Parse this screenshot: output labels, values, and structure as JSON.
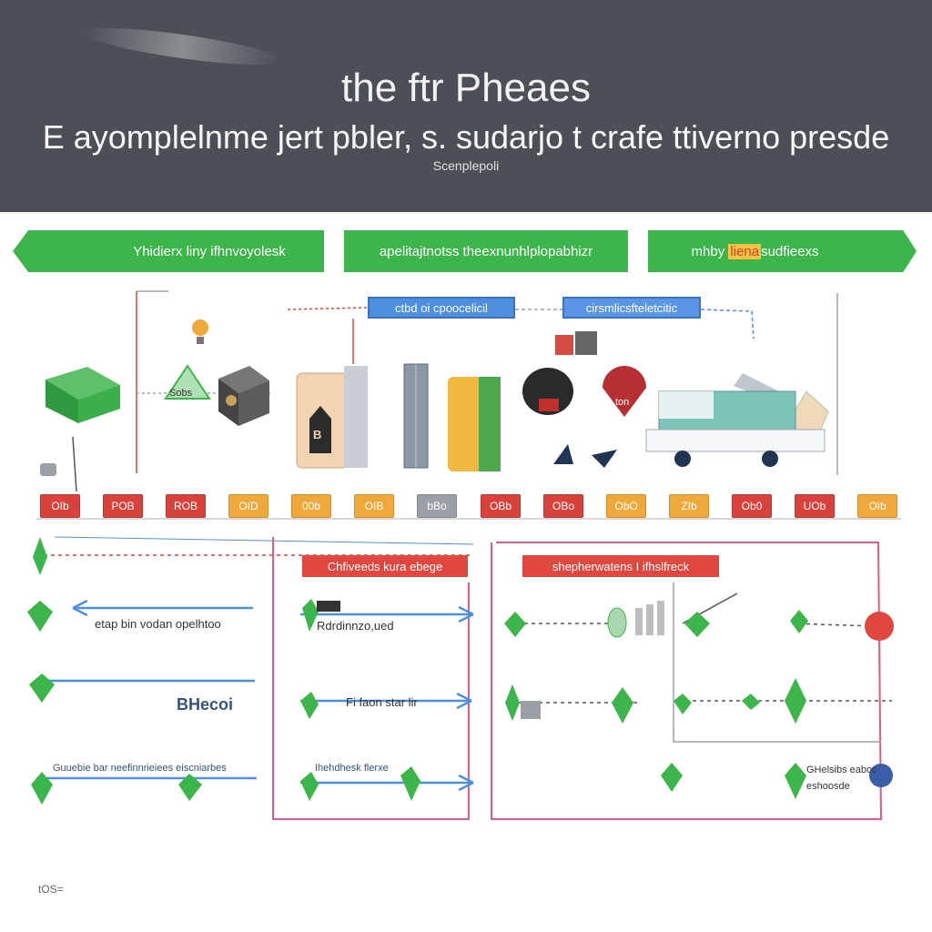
{
  "header": {
    "title": "the ftr Pheaes",
    "subtitle": "E ayomplelnme jert pbler,  s. sudarjo  t crafe ttiverno presde",
    "caption": "Scenplepoli"
  },
  "ribbons": [
    {
      "text": "Yhidierx liny ifhnvoyolesk"
    },
    {
      "text": "apelitajtnotss theexnunhlplopabhizr"
    },
    {
      "text_before": "mhby",
      "highlight": "liena",
      "text_after": " sudfieexs"
    }
  ],
  "top_labels": [
    {
      "text": "ctbd oi cpoocelicil"
    },
    {
      "text": "cirsmlicsfteletcitic"
    }
  ],
  "icon_labels": {
    "tent": "Sobs",
    "building": "B",
    "pin": "ton"
  },
  "timeline": {
    "tags": [
      {
        "text": "OIb",
        "color": "#d9413b"
      },
      {
        "text": "POB",
        "color": "#d9413b"
      },
      {
        "text": "ROB",
        "color": "#d9413b"
      },
      {
        "text": "OID",
        "color": "#efa83a"
      },
      {
        "text": "00b",
        "color": "#efa83a"
      },
      {
        "text": "OIB",
        "color": "#efa83a"
      },
      {
        "text": "bBo",
        "color": "#9aa0a6"
      },
      {
        "text": "OBb",
        "color": "#d9413b"
      },
      {
        "text": "OBo",
        "color": "#d9413b"
      },
      {
        "text": "ObO",
        "color": "#efa83a"
      },
      {
        "text": "ZIb",
        "color": "#efa83a"
      },
      {
        "text": "Ob0",
        "color": "#d9413b"
      },
      {
        "text": "UOb",
        "color": "#d9413b"
      },
      {
        "text": "OIb",
        "color": "#efa83a"
      }
    ]
  },
  "mid_labels": [
    {
      "text": "Chfiveeds kura ebege"
    },
    {
      "text": "shepherwatens I ifhslfreck"
    }
  ],
  "left_notes": [
    {
      "text": "etap bin vodan opelhtoo"
    },
    {
      "text": "BHecoi"
    },
    {
      "text": "Guuebie bar neefinnrieiees eiscniarbes"
    }
  ],
  "mid_notes": [
    {
      "text": "Rdrdinnzo,ued"
    },
    {
      "text": "Fi faon star lir"
    },
    {
      "text": "Ihehdhesk flerxe"
    }
  ],
  "right_notes": [
    {
      "text": "GHelsibs eaboc"
    },
    {
      "text": "eshoosde"
    }
  ],
  "footer": {
    "text": "tOS="
  },
  "colors": {
    "header_bg": "#4b4f56",
    "green": "#3cb54a",
    "blue": "#4e8fe0",
    "red": "#e0473f",
    "orange": "#efa83a",
    "pink_line": "#e05a86"
  }
}
